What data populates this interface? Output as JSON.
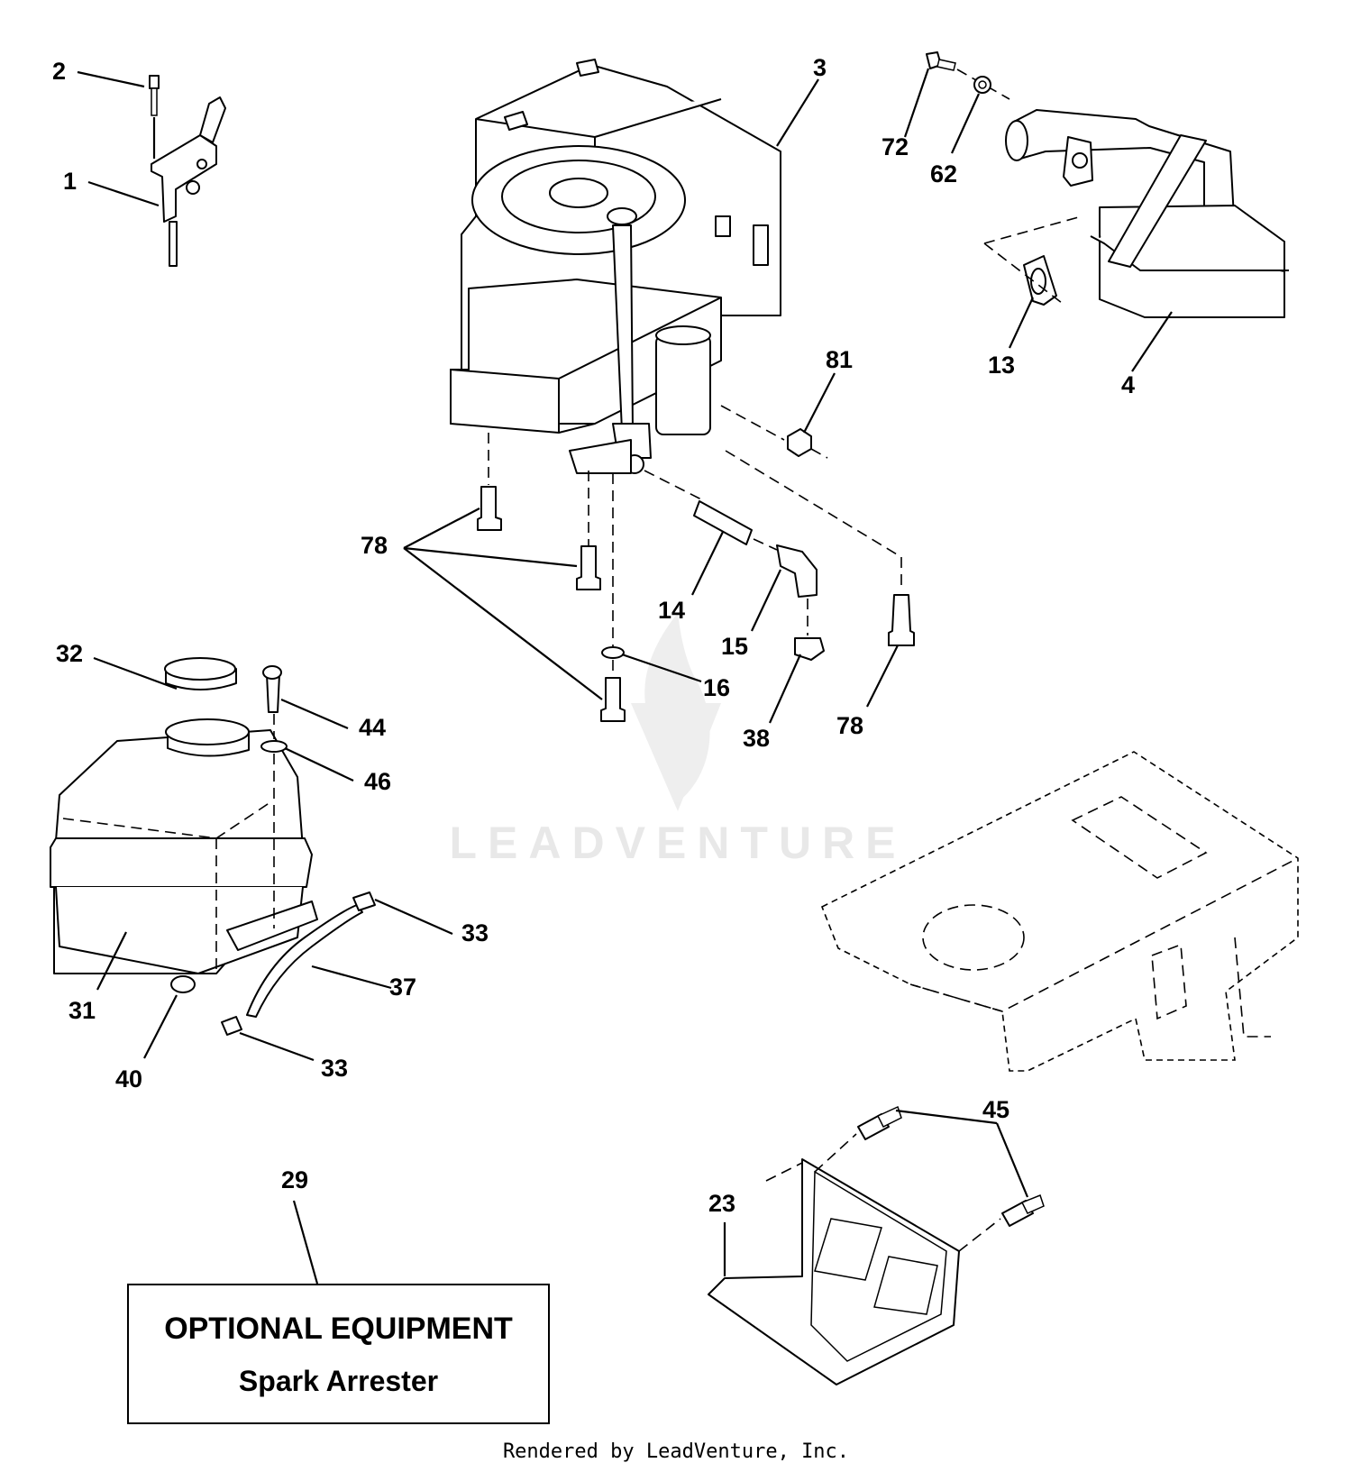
{
  "callouts": [
    {
      "id": "c2",
      "text": "2"
    },
    {
      "id": "c1",
      "text": "1"
    },
    {
      "id": "c3",
      "text": "3"
    },
    {
      "id": "c72",
      "text": "72"
    },
    {
      "id": "c62",
      "text": "62"
    },
    {
      "id": "c13",
      "text": "13"
    },
    {
      "id": "c4",
      "text": "4"
    },
    {
      "id": "c81",
      "text": "81"
    },
    {
      "id": "c78a",
      "text": "78"
    },
    {
      "id": "c14",
      "text": "14"
    },
    {
      "id": "c15",
      "text": "15"
    },
    {
      "id": "c16",
      "text": "16"
    },
    {
      "id": "c38",
      "text": "38"
    },
    {
      "id": "c78b",
      "text": "78"
    },
    {
      "id": "c32",
      "text": "32"
    },
    {
      "id": "c44",
      "text": "44"
    },
    {
      "id": "c46",
      "text": "46"
    },
    {
      "id": "c33a",
      "text": "33"
    },
    {
      "id": "c37",
      "text": "37"
    },
    {
      "id": "c31",
      "text": "31"
    },
    {
      "id": "c40",
      "text": "40"
    },
    {
      "id": "c33b",
      "text": "33"
    },
    {
      "id": "c45",
      "text": "45"
    },
    {
      "id": "c23",
      "text": "23"
    },
    {
      "id": "c29",
      "text": "29"
    }
  ],
  "note": {
    "title": "OPTIONAL EQUIPMENT",
    "subtitle": "Spark Arrester"
  },
  "watermark": "LEADVENTURE",
  "footer": "Rendered by LeadVenture, Inc."
}
